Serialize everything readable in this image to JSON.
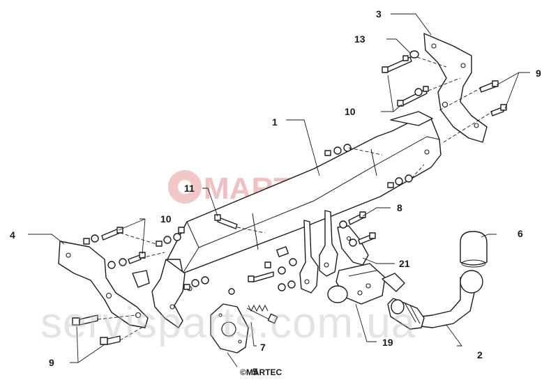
{
  "watermarks": {
    "brand": "MARTEC",
    "site": "servisparts.com.ua"
  },
  "copyright": "©MARTEC",
  "callouts": {
    "c1": "1",
    "c2": "2",
    "c3": "3",
    "c4": "4",
    "c5": "5",
    "c6": "6",
    "c7": "7",
    "c8": "8",
    "c9_right": "9",
    "c9_left": "9",
    "c10_top": "10",
    "c10_left": "10",
    "c11": "11",
    "c13": "13",
    "c19": "19",
    "c21": "21"
  },
  "colors": {
    "line": "#1a1a1a",
    "brand_watermark": "#e58f8f",
    "site_watermark": "#b9b9b9"
  }
}
